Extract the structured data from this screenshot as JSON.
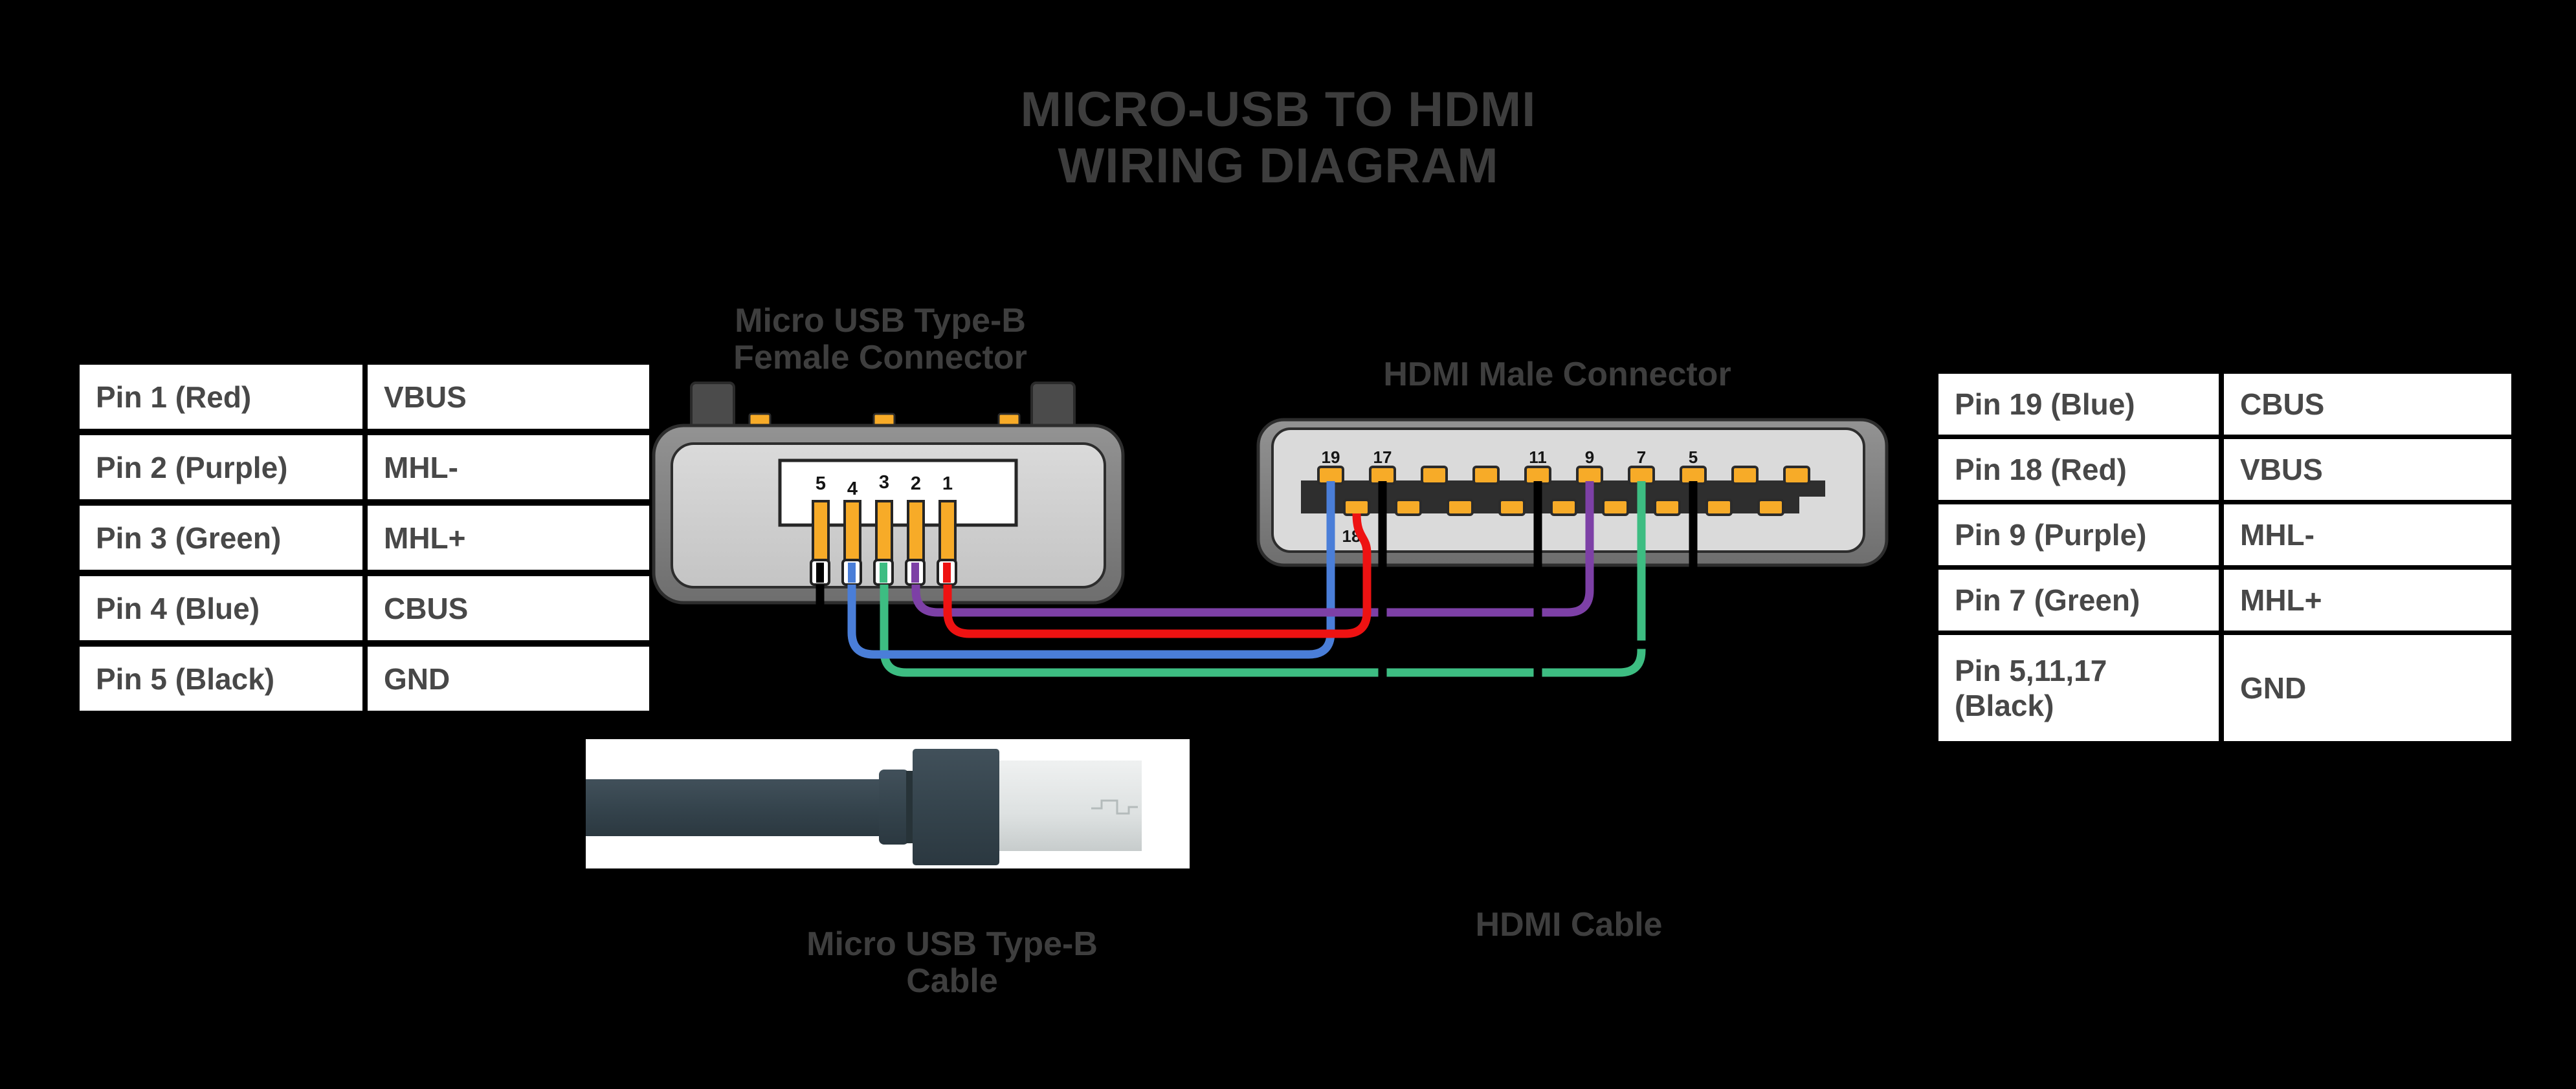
{
  "title": {
    "line1": "MICRO-USB TO HDMI",
    "line2": "WIRING DIAGRAM"
  },
  "left_table": {
    "rows": [
      {
        "pin": "Pin 1 (Red)",
        "signal": "VBUS"
      },
      {
        "pin": "Pin 2 (Purple)",
        "signal": "MHL-"
      },
      {
        "pin": "Pin 3 (Green)",
        "signal": "MHL+"
      },
      {
        "pin": "Pin 4 (Blue)",
        "signal": "CBUS"
      },
      {
        "pin": "Pin 5 (Black)",
        "signal": "GND"
      }
    ]
  },
  "right_table": {
    "rows": [
      {
        "pin": "Pin 19 (Blue)",
        "signal": "CBUS"
      },
      {
        "pin": "Pin 18 (Red)",
        "signal": "VBUS"
      },
      {
        "pin": "Pin 9 (Purple)",
        "signal": "MHL-"
      },
      {
        "pin": "Pin 7 (Green)",
        "signal": "MHL+"
      },
      {
        "pin": "Pin 5,11,17 (Black)",
        "signal": "GND"
      }
    ]
  },
  "micro_connector": {
    "label_line1": "Micro USB Type-B",
    "label_line2": "Female Connector",
    "pin_numbers": [
      "5",
      "4",
      "3",
      "2",
      "1"
    ]
  },
  "hdmi_connector": {
    "label": "HDMI Male Connector",
    "pin_labels": {
      "p19": "19",
      "p17": "17",
      "p11": "11",
      "p9": "9",
      "p7": "7",
      "p5": "5",
      "p18": "18"
    }
  },
  "cable_labels": {
    "micro_line1": "Micro USB Type-B",
    "micro_line2": "Cable",
    "hdmi": "HDMI Cable"
  },
  "wires": [
    {
      "name": "vbus-red",
      "color": "#ee1212",
      "from": "Micro USB Pin 1",
      "to": "HDMI Pin 18"
    },
    {
      "name": "mhl-minus-purple",
      "color": "#7d40a6",
      "from": "Micro USB Pin 2",
      "to": "HDMI Pin 9"
    },
    {
      "name": "mhl-plus-green",
      "color": "#3dbd82",
      "from": "Micro USB Pin 3",
      "to": "HDMI Pin 7"
    },
    {
      "name": "cbus-blue",
      "color": "#4a7ed8",
      "from": "Micro USB Pin 4",
      "to": "HDMI Pin 19"
    },
    {
      "name": "gnd-black",
      "color": "#000000",
      "from": "Micro USB Pin 5",
      "to": "HDMI Pins 5,11,17"
    }
  ],
  "colors": {
    "background": "#000000",
    "pin_orange": "#f7ab28",
    "title_gray": "#3d3d3d",
    "table_text_gray": "#484848"
  }
}
